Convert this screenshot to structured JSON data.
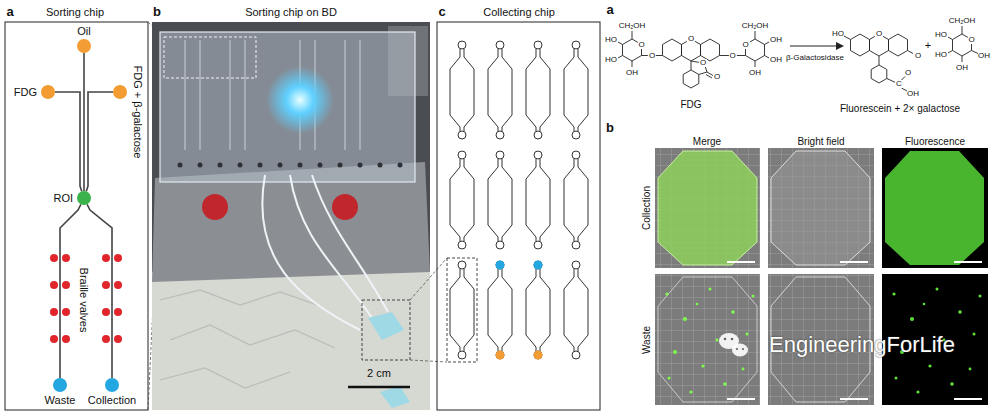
{
  "diagram": {
    "nodes": [
      {
        "text": [
          "Oil"
        ]
      },
      {
        "text": [
          "FDG"
        ]
      },
      {
        "text": [
          "FDG + β-galactose"
        ]
      },
      {
        "text": [
          "ROI"
        ]
      },
      {
        "text": [
          "Waste"
        ]
      },
      {
        "text": [
          "Collection"
        ]
      }
    ],
    "edges": [
      {
        "from": 0,
        "to": 3,
        "arrow": "none"
      },
      {
        "from": 1,
        "to": 3,
        "arrow": "none"
      },
      {
        "from": 2,
        "to": 3,
        "arrow": "none"
      },
      {
        "from": 3,
        "to": 4,
        "arrow": "none"
      },
      {
        "from": 3,
        "to": 5,
        "arrow": "none"
      }
    ],
    "labels": [
      "a",
      "Sorting chip",
      "Braille valves",
      "b",
      "Sorting chip on BD",
      "2 cm",
      "c",
      "Collecting chip",
      "a",
      "CH₂OH",
      "O",
      "HO",
      "HO",
      "OH",
      "O",
      "O",
      "O",
      "O",
      "O",
      "CH₂OH",
      "O",
      "OH",
      "OH",
      "OH",
      "FDG",
      "β-Galactosidase",
      "O",
      "HO",
      "O",
      "C",
      "O",
      "OH",
      "+",
      "CH₂OH",
      "O",
      "HO",
      "HO",
      "OH",
      "OH",
      "Fluorescein + 2× galactose",
      "b",
      "Merge",
      "Bright field",
      "Fluorescence",
      "Collection",
      "Waste",
      "EngineeringForLife"
    ]
  }
}
